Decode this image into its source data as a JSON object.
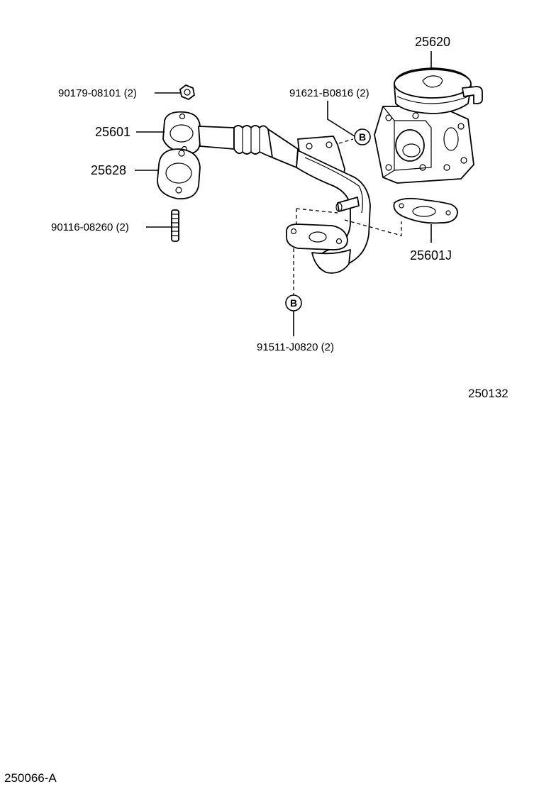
{
  "labels": {
    "p25620": "25620",
    "p90179": "90179-08101 (2)",
    "p91621": "91621-B0816 (2)",
    "p25601": "25601",
    "p25628": "25628",
    "p90116": "90116-08260 (2)",
    "p25601J": "25601J",
    "p91511": "91511-J0820 (2)"
  },
  "callouts": {
    "upper": "B",
    "lower": "B"
  },
  "refs": {
    "figure": "250132",
    "page": "250066-A"
  }
}
